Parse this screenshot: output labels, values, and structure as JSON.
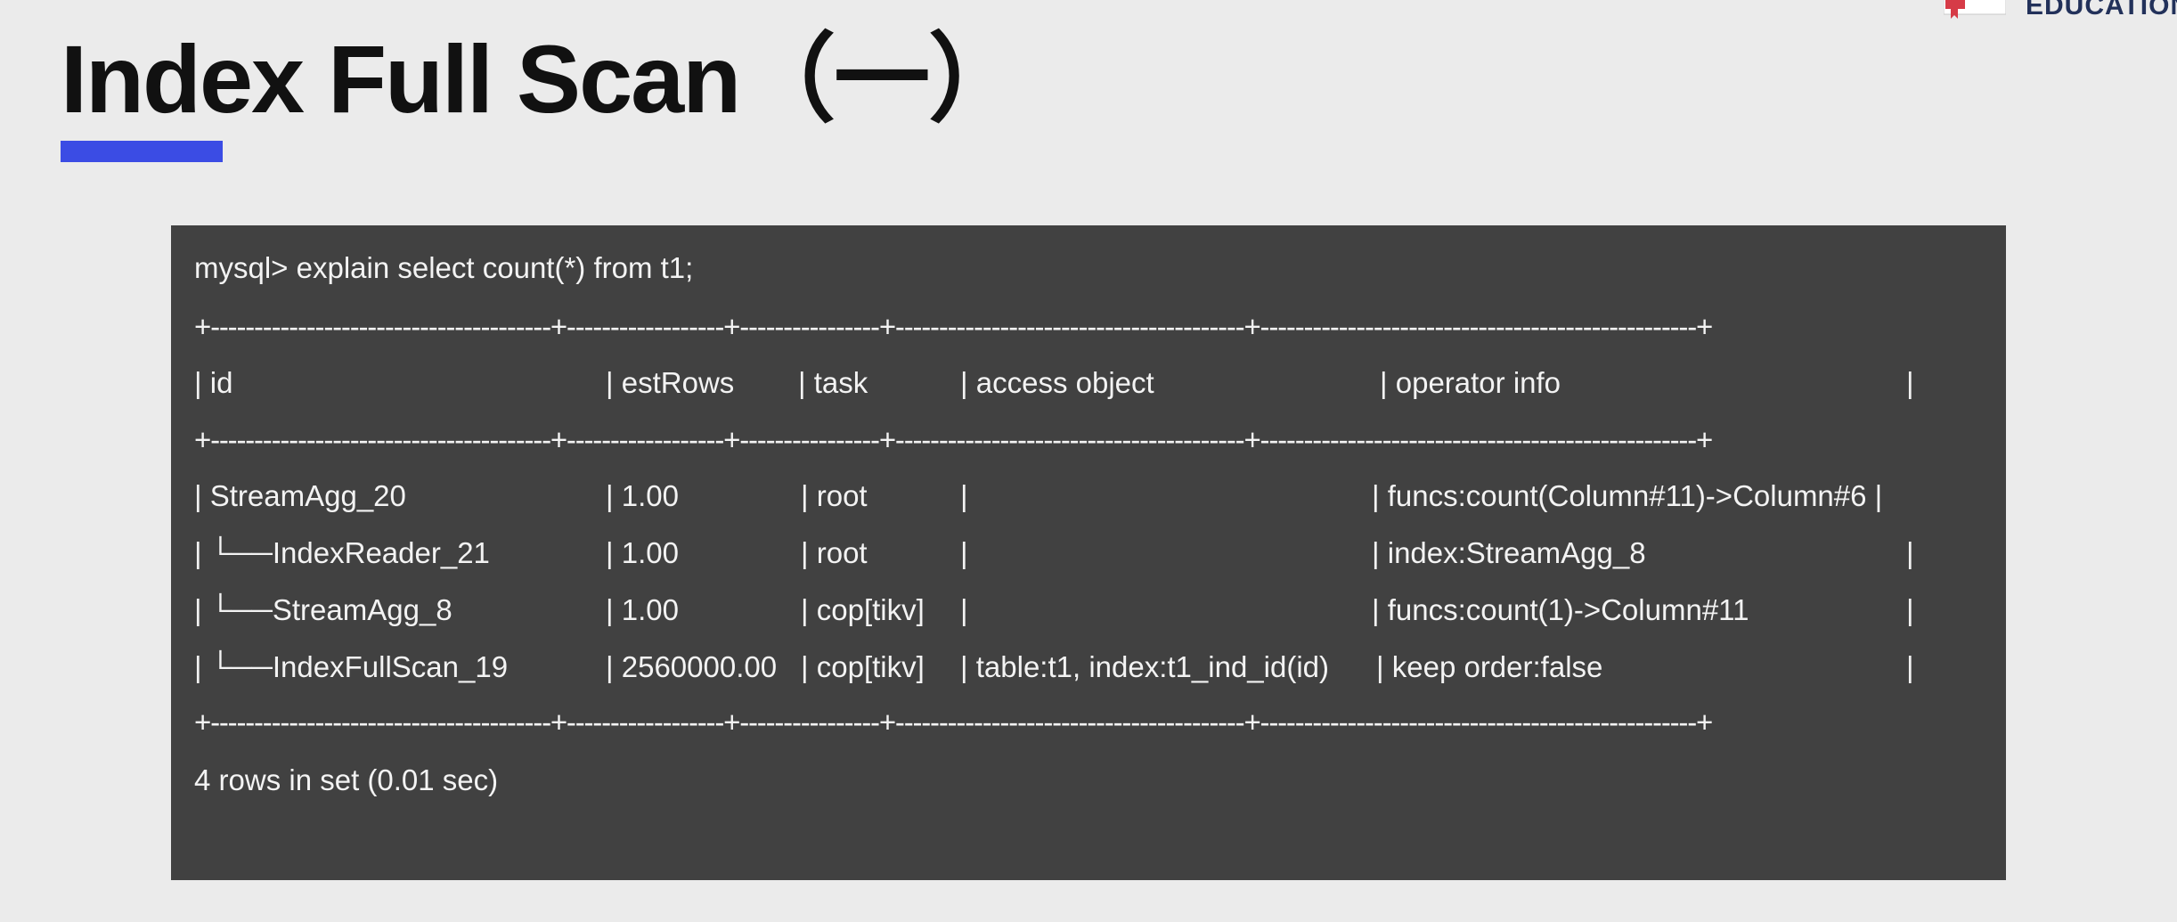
{
  "logo": {
    "text": "EDUCATION",
    "accent": "#d63b47"
  },
  "title": "Index Full Scan（一）",
  "colors": {
    "underline": "#3b4ce4",
    "terminal_bg": "#414141",
    "terminal_text": "#f3f3f3"
  },
  "terminal": {
    "prompt": "mysql> explain select count(*) from t1;",
    "border_top": "+---------------------------------------+------------------+----------------+----------------------------------------+--------------------------------------------------+",
    "border_mid": "+---------------------------------------+------------------+----------------+----------------------------------------+--------------------------------------------------+",
    "border_bottom": "+---------------------------------------+------------------+----------------+----------------------------------------+--------------------------------------------------+",
    "headers": [
      "| id",
      "| estRows",
      "| task",
      "| access object",
      "| operator info",
      "|"
    ],
    "rows": [
      [
        "| StreamAgg_20",
        "| 1.00",
        "| root",
        "|",
        "| funcs:count(Column#11)->Column#6 |",
        ""
      ],
      [
        "|  └──IndexReader_21",
        "| 1.00",
        "| root",
        "|",
        "| index:StreamAgg_8",
        "|"
      ],
      [
        "|    └──StreamAgg_8",
        "| 1.00",
        "| cop[tikv]",
        "|",
        "| funcs:count(1)->Column#11",
        "|"
      ],
      [
        "|      └──IndexFullScan_19",
        "| 2560000.00",
        "| cop[tikv]",
        "| table:t1, index:t1_ind_id(id)",
        "| keep order:false",
        "|"
      ]
    ],
    "footer": "4 rows in set (0.01 sec)"
  }
}
